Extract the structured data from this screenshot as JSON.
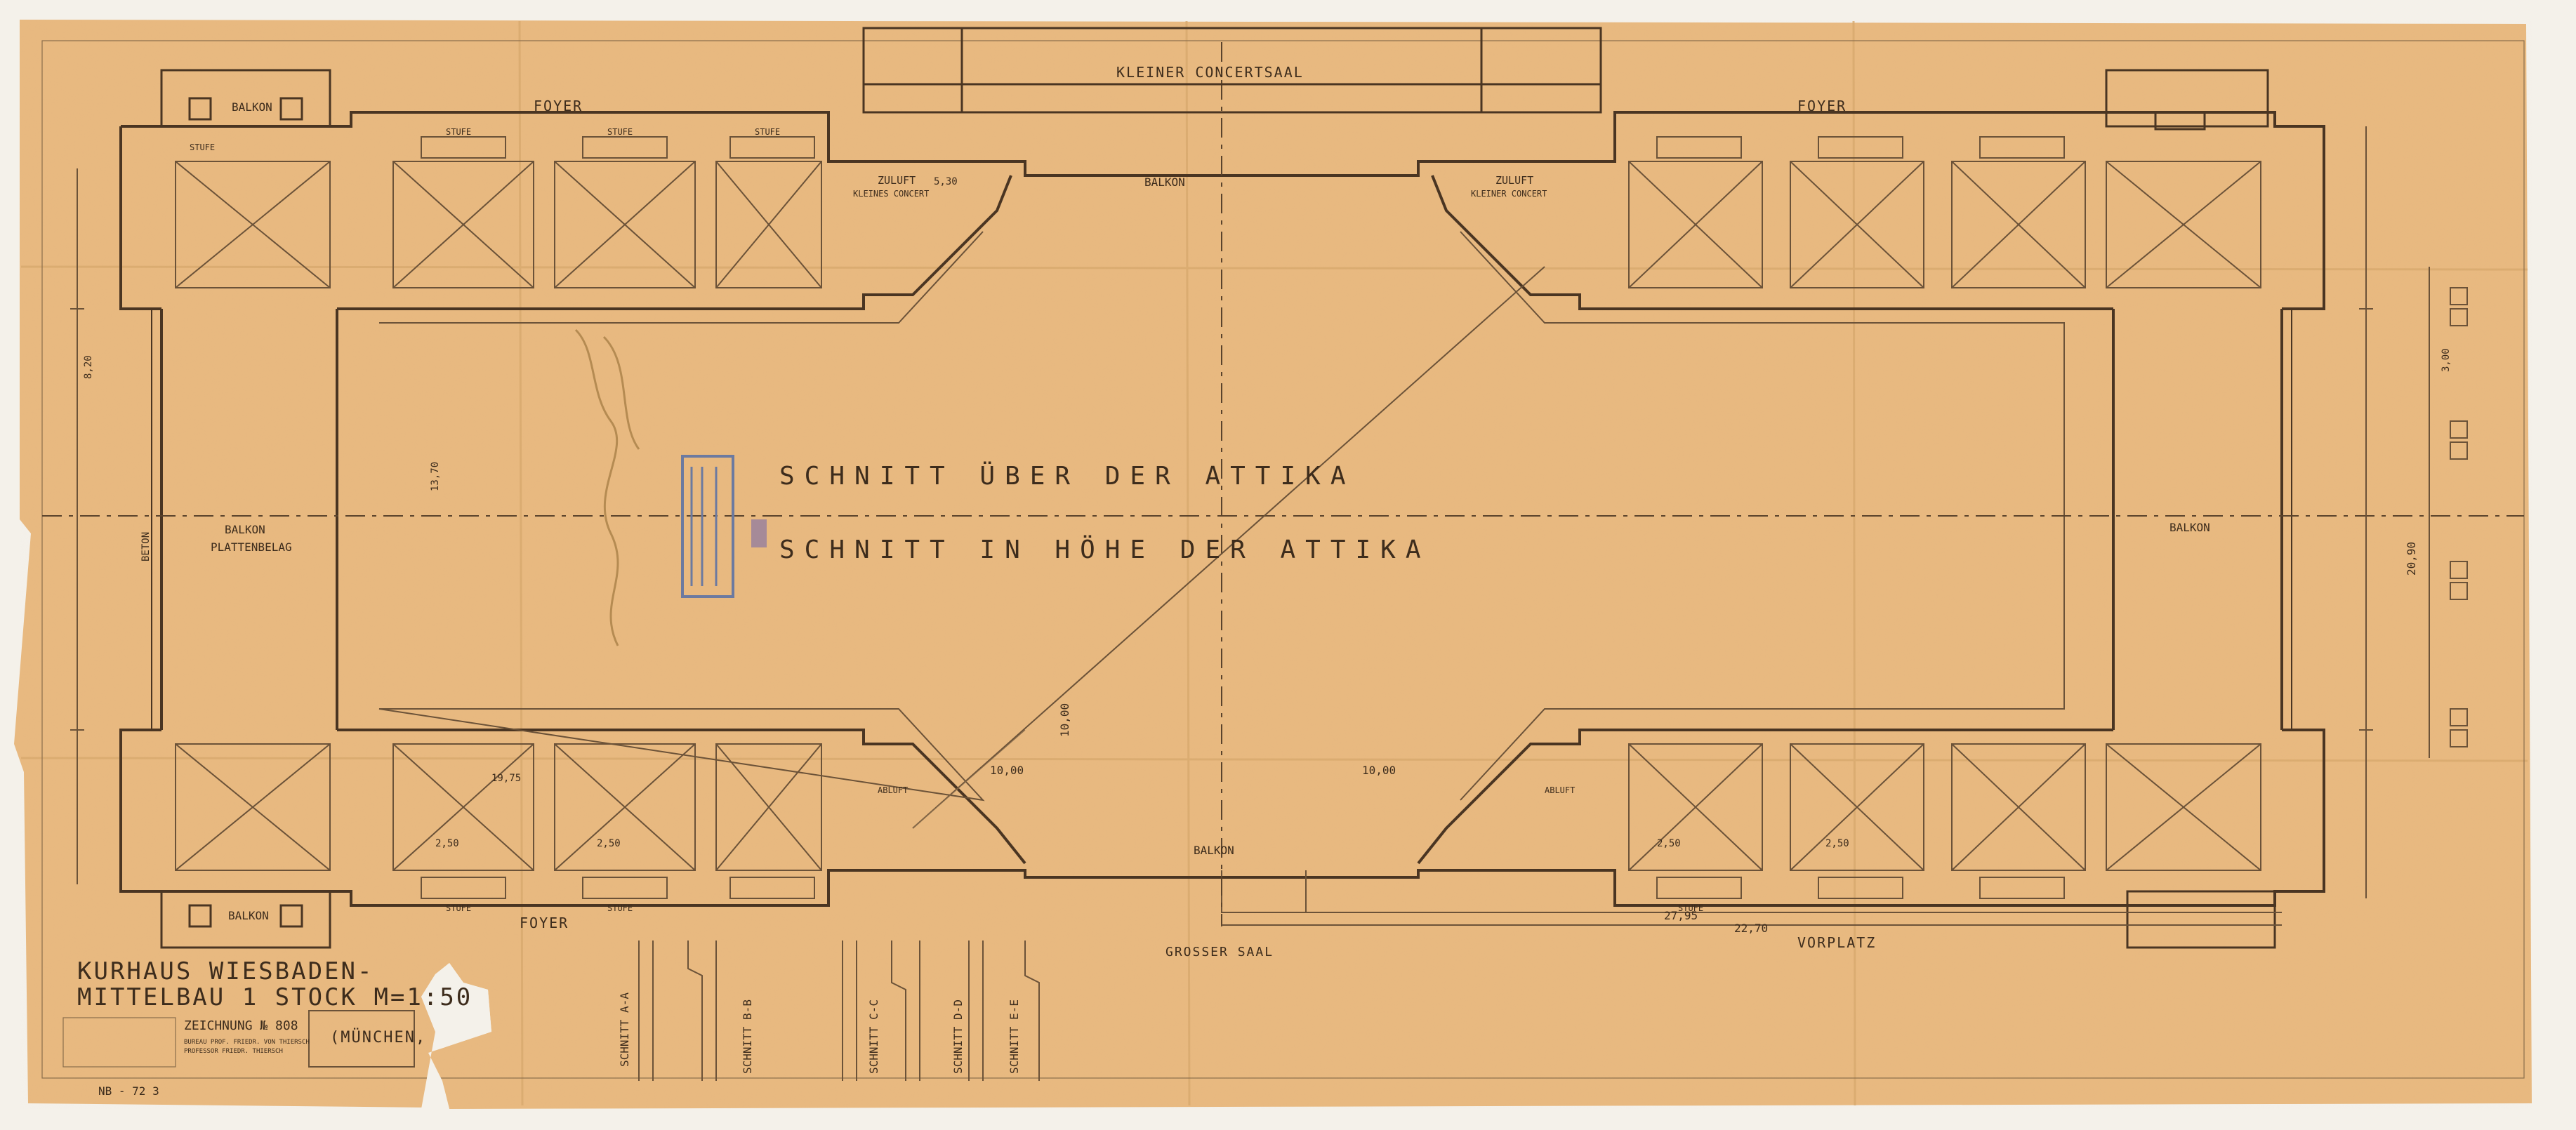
{
  "drawing": {
    "title_line1": "KURHAUS WIESBADEN-",
    "title_line2": "MITTELBAU 1 STOCK M=1:50",
    "location": "(MÜNCHEN,",
    "drawing_no_label": "ZEICHNUNG № 808",
    "office_line1": "BUREAU PROF. FRIEDR. VON THIERSCH",
    "office_line2": "PROFESSOR FRIEDR. THIERSCH",
    "archive_mark": "NB - 72 3"
  },
  "rooms": {
    "small_hall": "KLEINER CONCERTSAAL",
    "large_hall": "GROSSER SAAL",
    "vorplatz": "VORPLATZ",
    "foyer_nw": "FOYER",
    "foyer_ne": "FOYER",
    "foyer_sw": "FOYER",
    "balkon_nw": "BALKON",
    "balkon_sw": "BALKON",
    "balkon_west": "BALKON",
    "plattenbelag": "PLATTENBELAG",
    "balkon_east": "BALKON",
    "balkon_north": "BALKON",
    "balkon_south": "BALKON",
    "beton": "BETON"
  },
  "sections": {
    "upper": "SCHNITT ÜBER DER ATTIKA",
    "lower": "SCHNITT IN HÖHE DER ATTIKA",
    "labels": [
      "SCHNITT A-A",
      "SCHNITT B-B",
      "SCHNITT C-C",
      "SCHNITT D-D",
      "SCHNITT E-E"
    ]
  },
  "annotations": {
    "zuluft_left": "ZULUFT",
    "zuluft_left_sub": "KLEINES CONCERT",
    "zuluft_right": "ZULUFT",
    "zuluft_right_sub": "KLEINER CONCERT",
    "stufe": "STUFE",
    "abluft": "ABLUFT"
  },
  "dimensions": {
    "d_1000_a": "10,00",
    "d_1000_b": "10,00",
    "d_1000_v": "10,00",
    "d_2270": "22,70",
    "d_2795": "27,95",
    "d_1975": "19,75",
    "d_250_a": "2,50",
    "d_250_b": "2,50",
    "d_250_c": "2,50",
    "d_250_d": "2,50",
    "d_300": "3,00",
    "d_2090": "20,90",
    "d_1370": "13,70",
    "d_820": "8,20",
    "d_530": "5,30"
  }
}
